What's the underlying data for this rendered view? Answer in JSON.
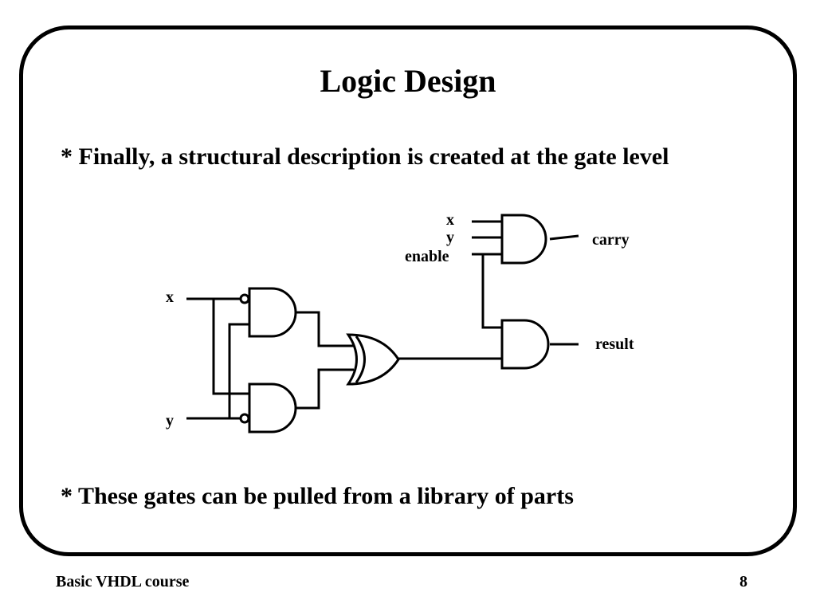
{
  "slide": {
    "title": "Logic Design",
    "bullet_1": "* Finally, a structural description is created at the gate level",
    "bullet_2": "* These gates can be pulled from a library of parts"
  },
  "diagram": {
    "labels": {
      "x_top": "x",
      "y_top": "y",
      "enable": "enable",
      "carry": "carry",
      "x_left": "x",
      "y_left": "y",
      "result": "result"
    }
  },
  "footer": {
    "course": "Basic VHDL course",
    "page_number": "8"
  }
}
